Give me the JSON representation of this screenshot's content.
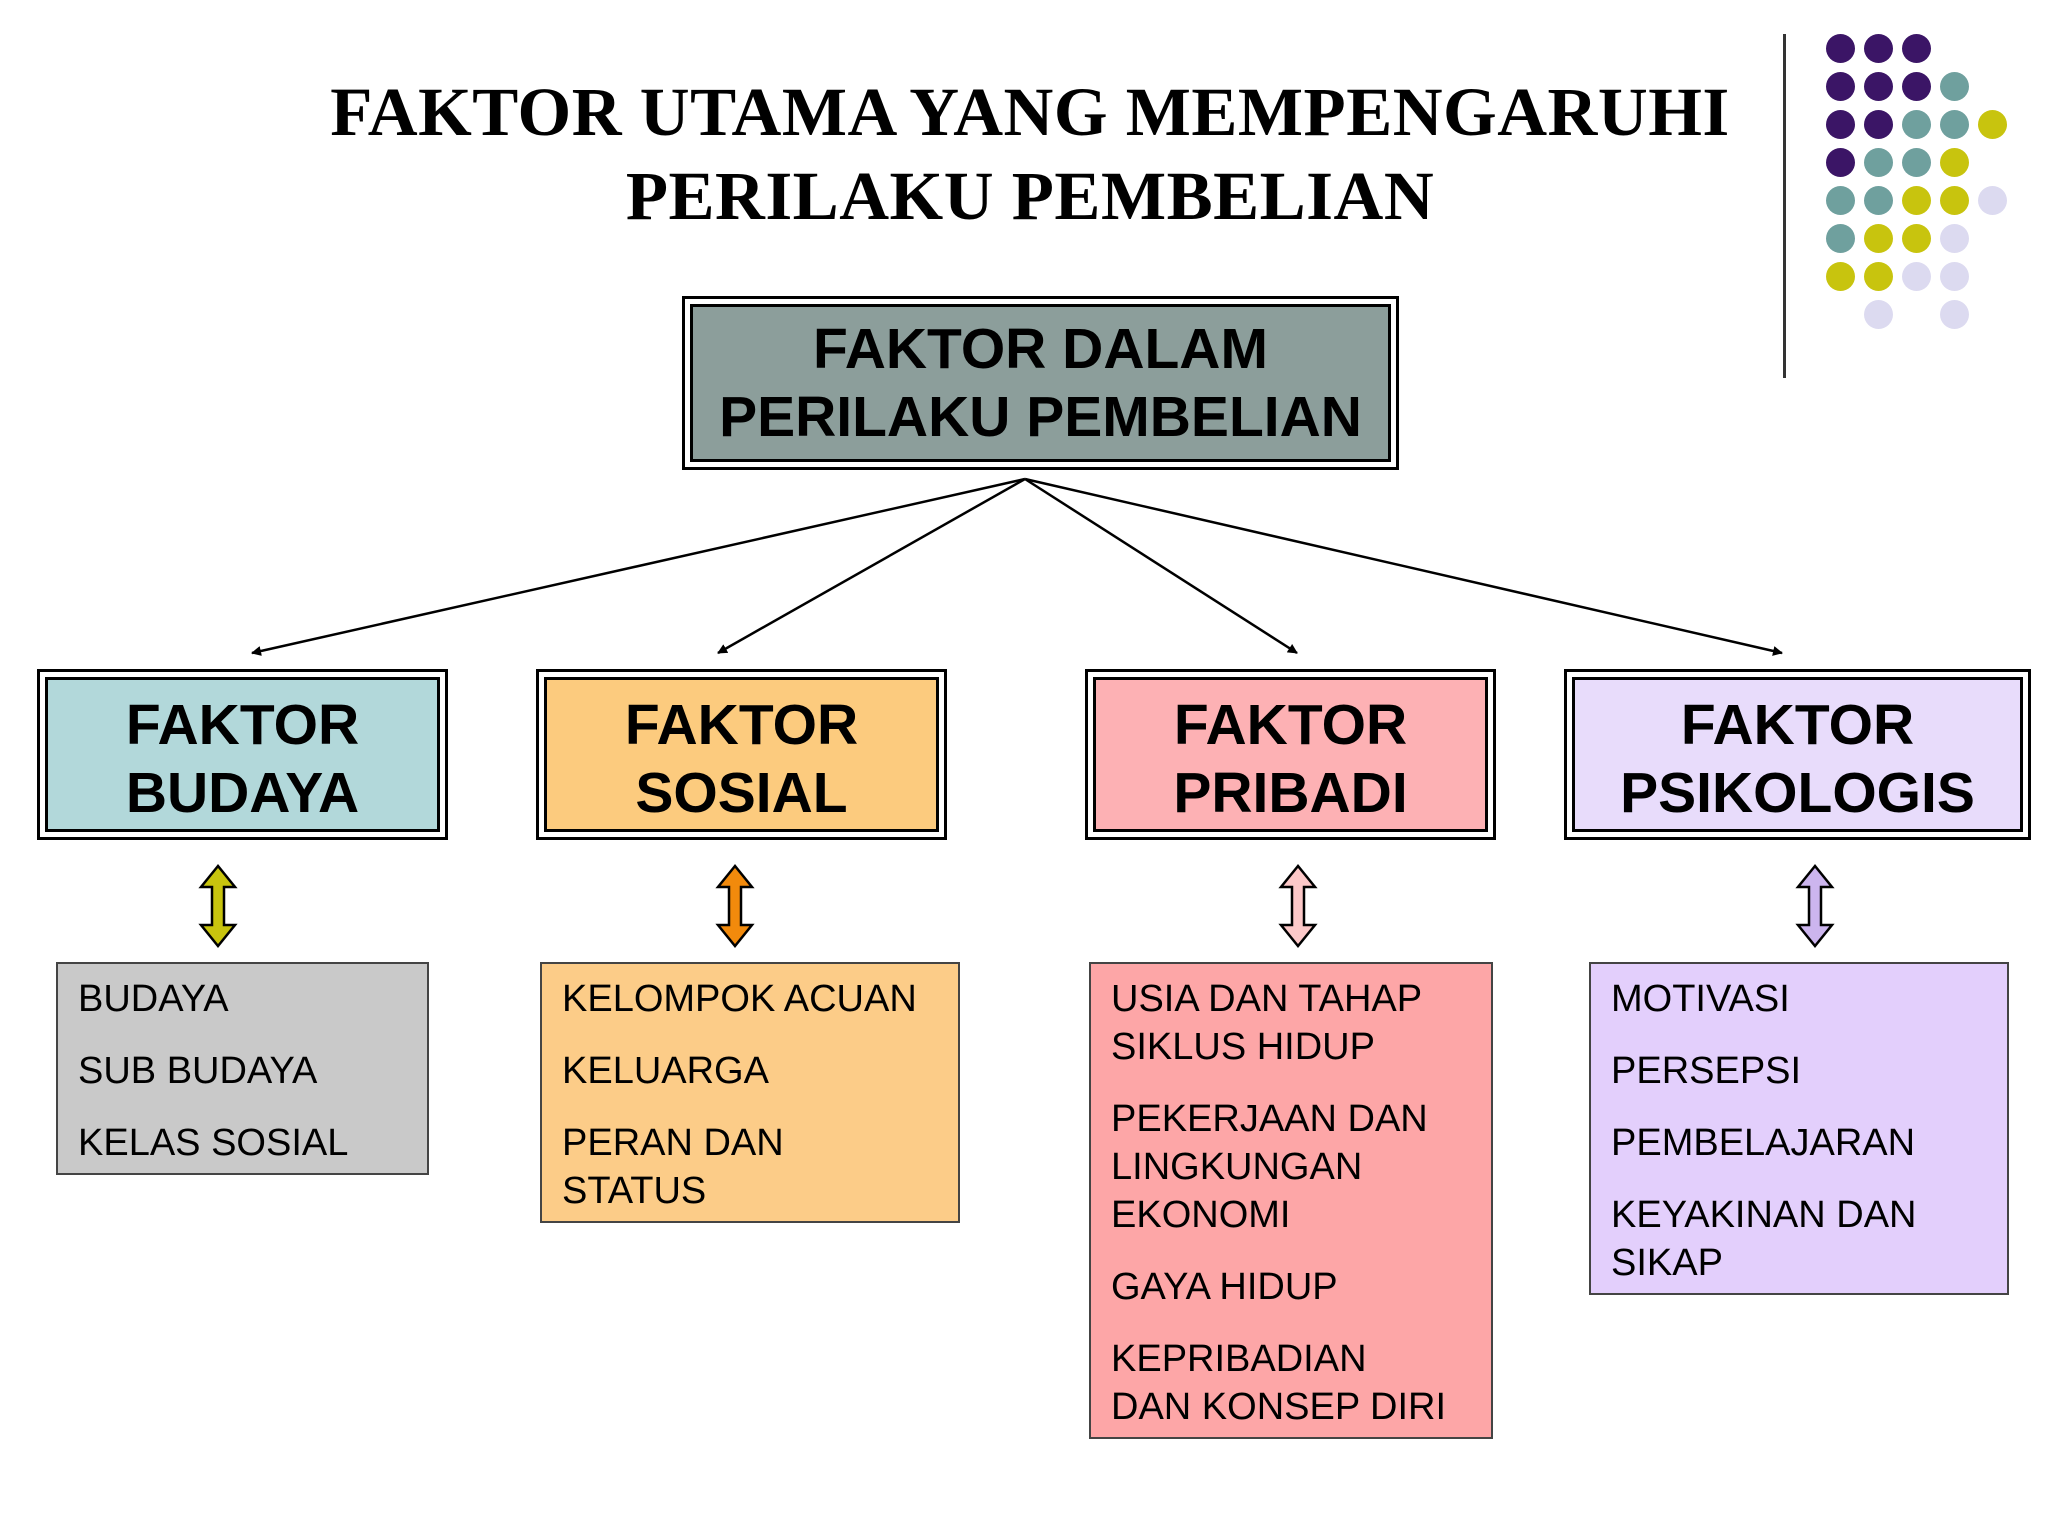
{
  "title": {
    "line1": "FAKTOR UTAMA YANG MEMPENGARUHI",
    "line2": "PERILAKU PEMBELIAN"
  },
  "root": {
    "line1": "FAKTOR DALAM",
    "line2": "PERILAKU PEMBELIAN"
  },
  "categories": [
    {
      "line1": "FAKTOR",
      "line2": "BUDAYA",
      "arrow_color": "#c8c40e",
      "items": [
        [
          "BUDAYA"
        ],
        [
          "SUB BUDAYA"
        ],
        [
          "KELAS SOSIAL"
        ]
      ]
    },
    {
      "line1": "FAKTOR",
      "line2": "SOSIAL",
      "arrow_color": "#f28a0c",
      "items": [
        [
          "KELOMPOK ACUAN"
        ],
        [
          "KELUARGA"
        ],
        [
          "PERAN DAN",
          "STATUS"
        ]
      ]
    },
    {
      "line1": "FAKTOR",
      "line2": "PRIBADI",
      "arrow_color": "#fcc8c8",
      "items": [
        [
          "USIA DAN TAHAP",
          "SIKLUS HIDUP"
        ],
        [
          "PEKERJAAN DAN",
          "LINGKUNGAN",
          "EKONOMI"
        ],
        [
          "GAYA HIDUP"
        ],
        [
          "KEPRIBADIAN",
          "DAN KONSEP DIRI"
        ]
      ]
    },
    {
      "line1": "FAKTOR",
      "line2": "PSIKOLOGIS",
      "arrow_color": "#ccb5ee",
      "items": [
        [
          "MOTIVASI"
        ],
        [
          "PERSEPSI"
        ],
        [
          "PEMBELAJARAN"
        ],
        [
          "KEYAKINAN DAN",
          "SIKAP"
        ]
      ]
    }
  ],
  "colors": {
    "purple": "#3b1566",
    "teal": "#6fa09e",
    "olive": "#c8c40e",
    "lavender": "#dcdaf0"
  }
}
